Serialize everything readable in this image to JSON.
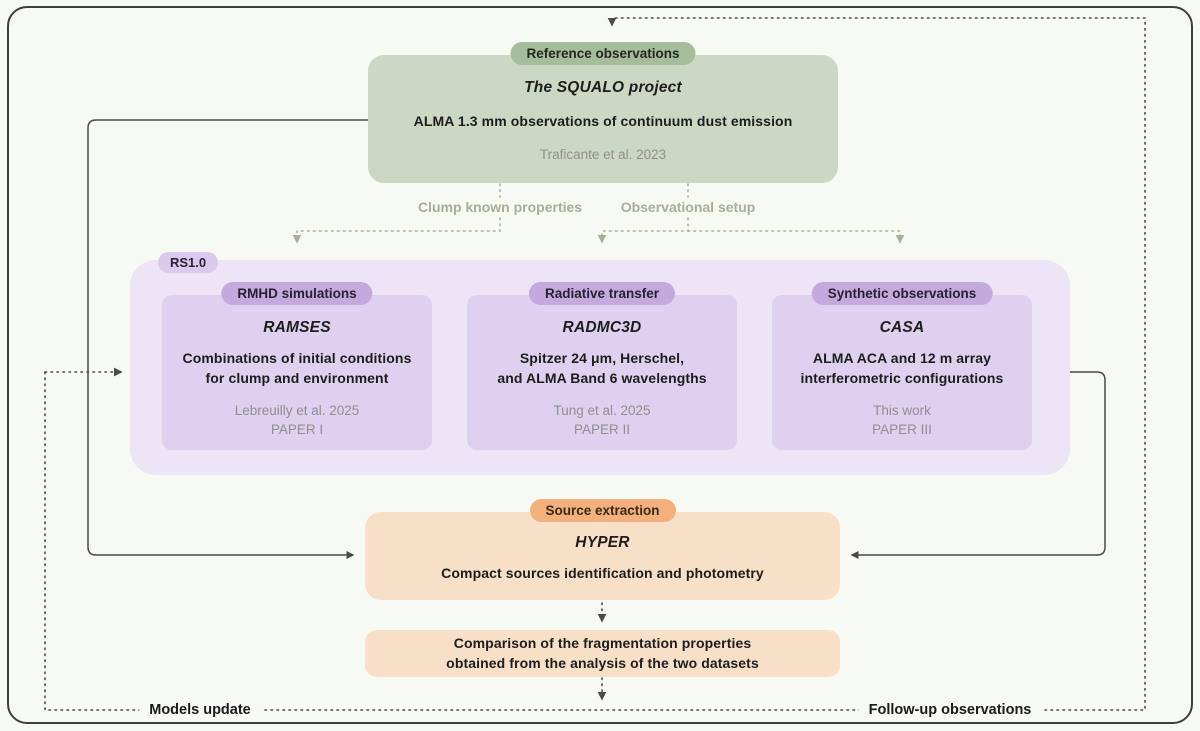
{
  "reference": {
    "badge": "Reference observations",
    "title": "The SQUALO project",
    "body": "ALMA 1.3 mm observations of continuum dust emission",
    "citation": "Traficante et al. 2023"
  },
  "connector_labels": {
    "clump": "Clump known properties",
    "setup": "Observational setup",
    "models_update": "Models update",
    "followup": "Follow-up observations"
  },
  "pipeline": {
    "badge": "RS1.0",
    "boxes": [
      {
        "badge": "RMHD simulations",
        "title": "RAMSES",
        "body": "Combinations of  initial conditions\nfor clump and environment",
        "citation": "Lebreuilly et al. 2025",
        "paper": "PAPER I"
      },
      {
        "badge": "Radiative transfer",
        "title": "RADMC3D",
        "body": "Spitzer 24 μm, Herschel,\nand ALMA Band 6 wavelengths",
        "citation": "Tung et al. 2025",
        "paper": "PAPER II"
      },
      {
        "badge": "Synthetic observations",
        "title": "CASA",
        "body": "ALMA ACA and 12 m array\ninterferometric configurations",
        "citation": "This work",
        "paper": "PAPER III"
      }
    ]
  },
  "extraction": {
    "badge": "Source extraction",
    "title": "HYPER",
    "body": "Compact sources identification and photometry"
  },
  "comparison": {
    "body": "Comparison of the fragmentation properties\nobtained from the analysis of the two datasets"
  },
  "colors": {
    "green_badge": "#a6bd9b",
    "green_box": "#ccd8c4",
    "green_label": "#a2b29a",
    "purple_container": "#ede5f6",
    "purple_box": "#ded0ee",
    "purple_badge": "#c4a9dc",
    "rs_badge": "#dccaee",
    "orange_badge": "#f2b07c",
    "orange_box": "#f8dfc7",
    "line": "#4a4a4a",
    "citation_text": "#8f8f8f"
  }
}
